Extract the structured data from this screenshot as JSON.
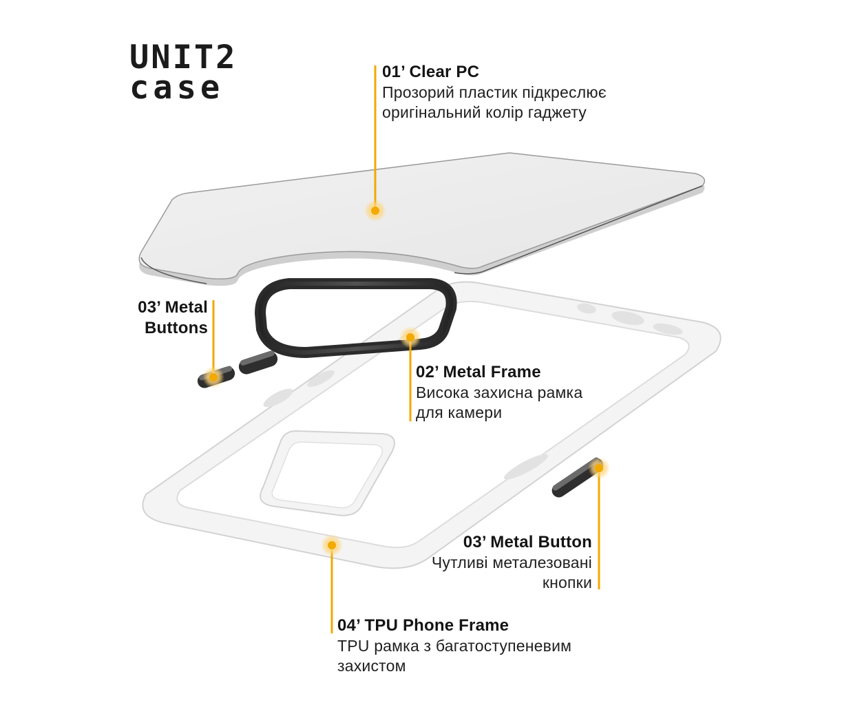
{
  "brand": {
    "line1": "UNIT2",
    "line2": "case"
  },
  "colors": {
    "accent": "#F2A900",
    "accent_glow": "#FFD57A",
    "frame_white": "#F4F4F4",
    "metal_dark": "#2B2B2B"
  },
  "callouts": {
    "clear_pc": {
      "title": "01’ Clear PC",
      "desc_line1": "Прозорий пластик підкреслює",
      "desc_line2": "оригінальний колір гаджету"
    },
    "metal_buttons": {
      "title_line1": "03’ Metal",
      "title_line2": "Buttons"
    },
    "metal_frame": {
      "title": "02’ Metal Frame",
      "desc_line1": "Висока захисна рамка",
      "desc_line2": "для камери"
    },
    "metal_button": {
      "title": "03’ Metal Button",
      "desc_line1": "Чутливі металезовані",
      "desc_line2": "кнопки"
    },
    "tpu_frame": {
      "title": "04’ TPU Phone Frame",
      "desc_line1": "TPU рамка з багатоступеневим",
      "desc_line2": "захистом"
    }
  }
}
